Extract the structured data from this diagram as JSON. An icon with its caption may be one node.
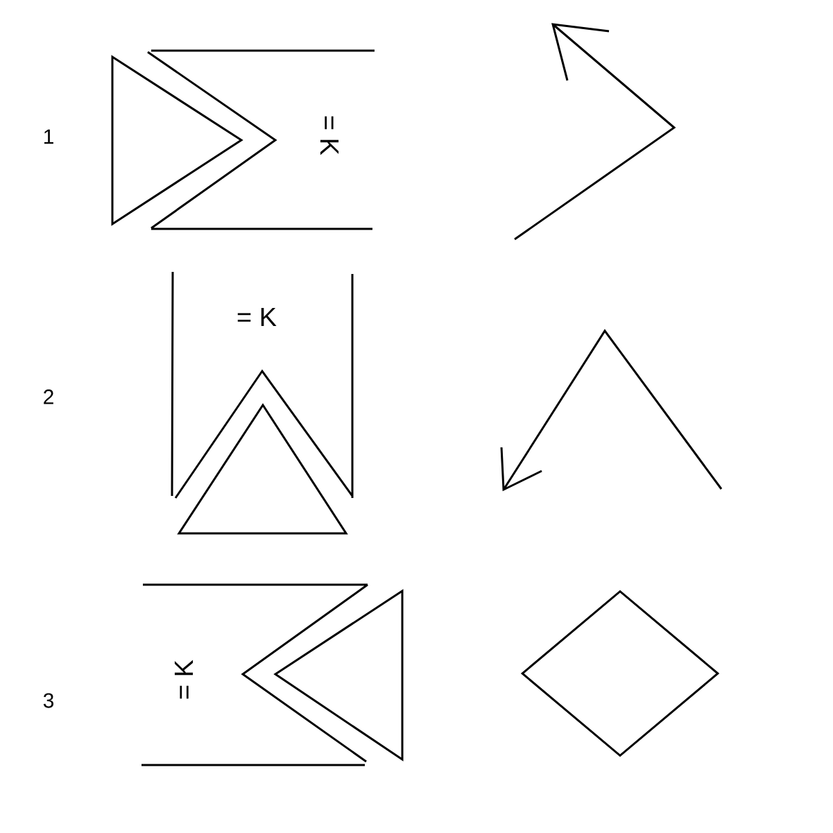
{
  "diagram": {
    "nodes": [
      {
        "text": [],
        "shape": "diamond"
      }
    ],
    "labels": [
      "1",
      "= K",
      "2",
      "= K",
      "3",
      "= K"
    ]
  }
}
